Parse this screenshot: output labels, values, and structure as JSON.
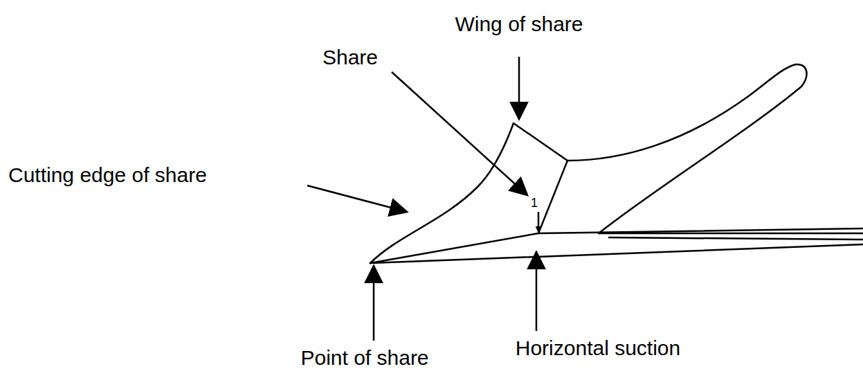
{
  "diagram": {
    "labels": [
      "Wing of share",
      "Share",
      "Cutting edge of share",
      "1",
      "Point of share",
      "Horizontal suction"
    ]
  }
}
